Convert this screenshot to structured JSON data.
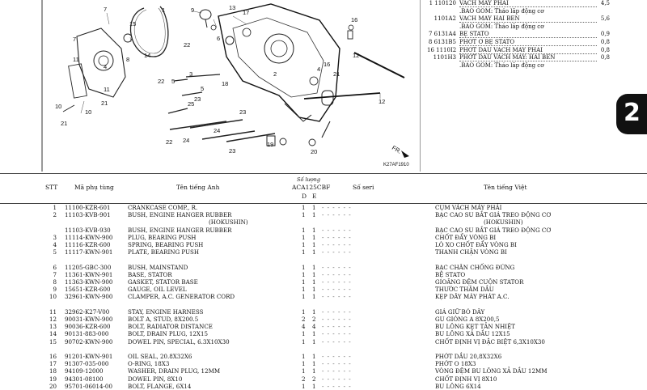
{
  "diagram": {
    "callouts": [
      "7",
      "9",
      "6",
      "15",
      "1",
      "8",
      "5",
      "23",
      "25",
      "18",
      "7",
      "3",
      "10",
      "14",
      "21",
      "11",
      "10",
      "11",
      "22",
      "4",
      "23",
      "22",
      "21",
      "5",
      "16",
      "24",
      "24",
      "16",
      "2",
      "12",
      "12",
      "22",
      "19",
      "20",
      "23",
      "13",
      "21",
      "17",
      "4"
    ],
    "direction_label": "FR.",
    "figure_code": "K27AF1910"
  },
  "side_notes": [
    {
      "code": "1 110120",
      "desc": "VÁCH MÁY PHẢI",
      "value": "4,5"
    },
    {
      "code": "",
      "desc": ".BAO GỒM: Tháo lắp động cơ",
      "value": ""
    },
    {
      "code": "1101A2",
      "desc": "VÁCH MÁY HAI BÊN",
      "value": "5,6"
    },
    {
      "code": "",
      "desc": ".BAO GỒM: Tháo lắp động cơ",
      "value": ""
    },
    {
      "code": "7 6131A4",
      "desc": "BỆ STATO",
      "value": "0,9"
    },
    {
      "code": "8 6131B5",
      "desc": "PHỚT Ở BỆ STATO",
      "value": "0,8"
    },
    {
      "code": "16 1110I2",
      "desc": "PHỚT DẦU VÁCH MÁY PHẢI",
      "value": "0,8"
    },
    {
      "code": "1101H3",
      "desc": "PHỚT DẦU VÁCH MÁY: HAI BÊN",
      "value": "0,8"
    },
    {
      "code": "",
      "desc": ".BAO GỒM: Tháo lắp động cơ",
      "value": ""
    }
  ],
  "section_badge": "2",
  "table": {
    "headers": {
      "stt": "STT",
      "code": "Mã phụ tùng",
      "english": "Tên tiếng Anh",
      "qty_title": "Số lượng",
      "model": "ACA125CBF",
      "d": "D",
      "e": "E",
      "serial": "Số seri",
      "vietnamese": "Tên tiếng Việt"
    },
    "rows": [
      {
        "stt": "1",
        "code": "11100-KZR-601",
        "en": "CRANKCASE COMP., R.",
        "d": "1",
        "e": "1",
        "vn": "CỤM VÁCH MÁY PHẢI"
      },
      {
        "stt": "2",
        "code": "11103-KVB-901",
        "en": "BUSH, ENGINE HANGER RUBBER",
        "d": "1",
        "e": "1",
        "vn": "BẠC CAO SU BẮT GIÁ TREO ĐỘNG CƠ"
      },
      {
        "stt": "",
        "code": "",
        "en": "(HOKUSHIN)",
        "d": "",
        "e": "",
        "vn": "(HOKUSHIN)"
      },
      {
        "stt": "",
        "code": "11103-KVB-930",
        "en": "BUSH, ENGINE HANGER RUBBER",
        "d": "1",
        "e": "1",
        "vn": "BẠC CAO SU BẮT GIÁ TREO ĐỘNG CƠ"
      },
      {
        "stt": "3",
        "code": "11114-KWN-900",
        "en": "PLUG, BEARING PUSH",
        "d": "1",
        "e": "1",
        "vn": "CHỐT ĐẨY VÒNG BI"
      },
      {
        "stt": "4",
        "code": "11116-KZR-600",
        "en": "SPRING, BEARING PUSH",
        "d": "1",
        "e": "1",
        "vn": "LÒ XO CHỐT ĐẨY VÒNG BI"
      },
      {
        "stt": "5",
        "code": "11117-KWN-901",
        "en": "PLATE, BEARING PUSH",
        "d": "1",
        "e": "1",
        "vn": "THANH CHẶN VÒNG BI"
      },
      {
        "stt": "",
        "code": "",
        "en": "",
        "d": "",
        "e": "",
        "vn": ""
      },
      {
        "stt": "6",
        "code": "11205-GBC-300",
        "en": "BUSH, MAINSTAND",
        "d": "1",
        "e": "1",
        "vn": "BẠC CHÂN CHỐNG ĐỨNG"
      },
      {
        "stt": "7",
        "code": "11361-KWN-901",
        "en": "BASE, STATOR",
        "d": "1",
        "e": "1",
        "vn": "BỆ STATO"
      },
      {
        "stt": "8",
        "code": "11363-KWN-900",
        "en": "GASKET, STATOR BASE",
        "d": "1",
        "e": "1",
        "vn": "GIOĂNG ĐỆM CUỘN STATOR"
      },
      {
        "stt": "9",
        "code": "15651-KZR-600",
        "en": "GAUGE, OIL LEVEL",
        "d": "1",
        "e": "1",
        "vn": "THƯỚC THĂM DẦU"
      },
      {
        "stt": "10",
        "code": "32961-KWN-900",
        "en": "CLAMPER, A.C. GENERATOR CORD",
        "d": "1",
        "e": "1",
        "vn": "KẸP DÂY MÁY PHÁT A.C."
      },
      {
        "stt": "",
        "code": "",
        "en": "",
        "d": "",
        "e": "",
        "vn": ""
      },
      {
        "stt": "11",
        "code": "32962-K27-V00",
        "en": "STAY, ENGINE HARNESS",
        "d": "1",
        "e": "1",
        "vn": "GIÁ GIỮ BÓ DÂY"
      },
      {
        "stt": "12",
        "code": "90031-KWN-900",
        "en": "BOLT A, STUD, 8X200.5",
        "d": "2",
        "e": "2",
        "vn": "GU GIÓNG A 8X200,5"
      },
      {
        "stt": "13",
        "code": "90036-KZR-600",
        "en": "BOLT, RADIATOR DISTANCE",
        "d": "4",
        "e": "4",
        "vn": "BU LÔNG KẸT TẢN NHIỆT"
      },
      {
        "stt": "14",
        "code": "90131-883-000",
        "en": "BOLT, DRAIN PLUG, 12X15",
        "d": "1",
        "e": "1",
        "vn": "BU LÔNG XẢ DẦU 12X15"
      },
      {
        "stt": "15",
        "code": "90702-KWN-900",
        "en": "DOWEL PIN, SPECIAL, 6.3X10X30",
        "d": "1",
        "e": "1",
        "vn": "CHỐT ĐỊNH VỊ ĐẶC BIỆT 6,3X10X30"
      },
      {
        "stt": "",
        "code": "",
        "en": "",
        "d": "",
        "e": "",
        "vn": ""
      },
      {
        "stt": "16",
        "code": "91201-KWN-901",
        "en": "OIL SEAL, 20.8X32X6",
        "d": "1",
        "e": "1",
        "vn": "PHỚT DẦU 20,8X32X6"
      },
      {
        "stt": "17",
        "code": "91307-035-000",
        "en": "O-RING, 18X3",
        "d": "1",
        "e": "1",
        "vn": "PHỚT O 18X3"
      },
      {
        "stt": "18",
        "code": "94109-12000",
        "en": "WASHER, DRAIN PLUG, 12MM",
        "d": "1",
        "e": "1",
        "vn": "VÒNG ĐỆM BU LÔNG XẢ DẦU 12MM"
      },
      {
        "stt": "19",
        "code": "94301-08100",
        "en": "DOWEL PIN, 8X10",
        "d": "2",
        "e": "2",
        "vn": "CHỐT ĐỊNH VỊ 8X10"
      },
      {
        "stt": "20",
        "code": "95701-06014-00",
        "en": "BOLT, FLANGE, 6X14",
        "d": "1",
        "e": "1",
        "vn": "BU LÔNG 6X14"
      }
    ]
  }
}
